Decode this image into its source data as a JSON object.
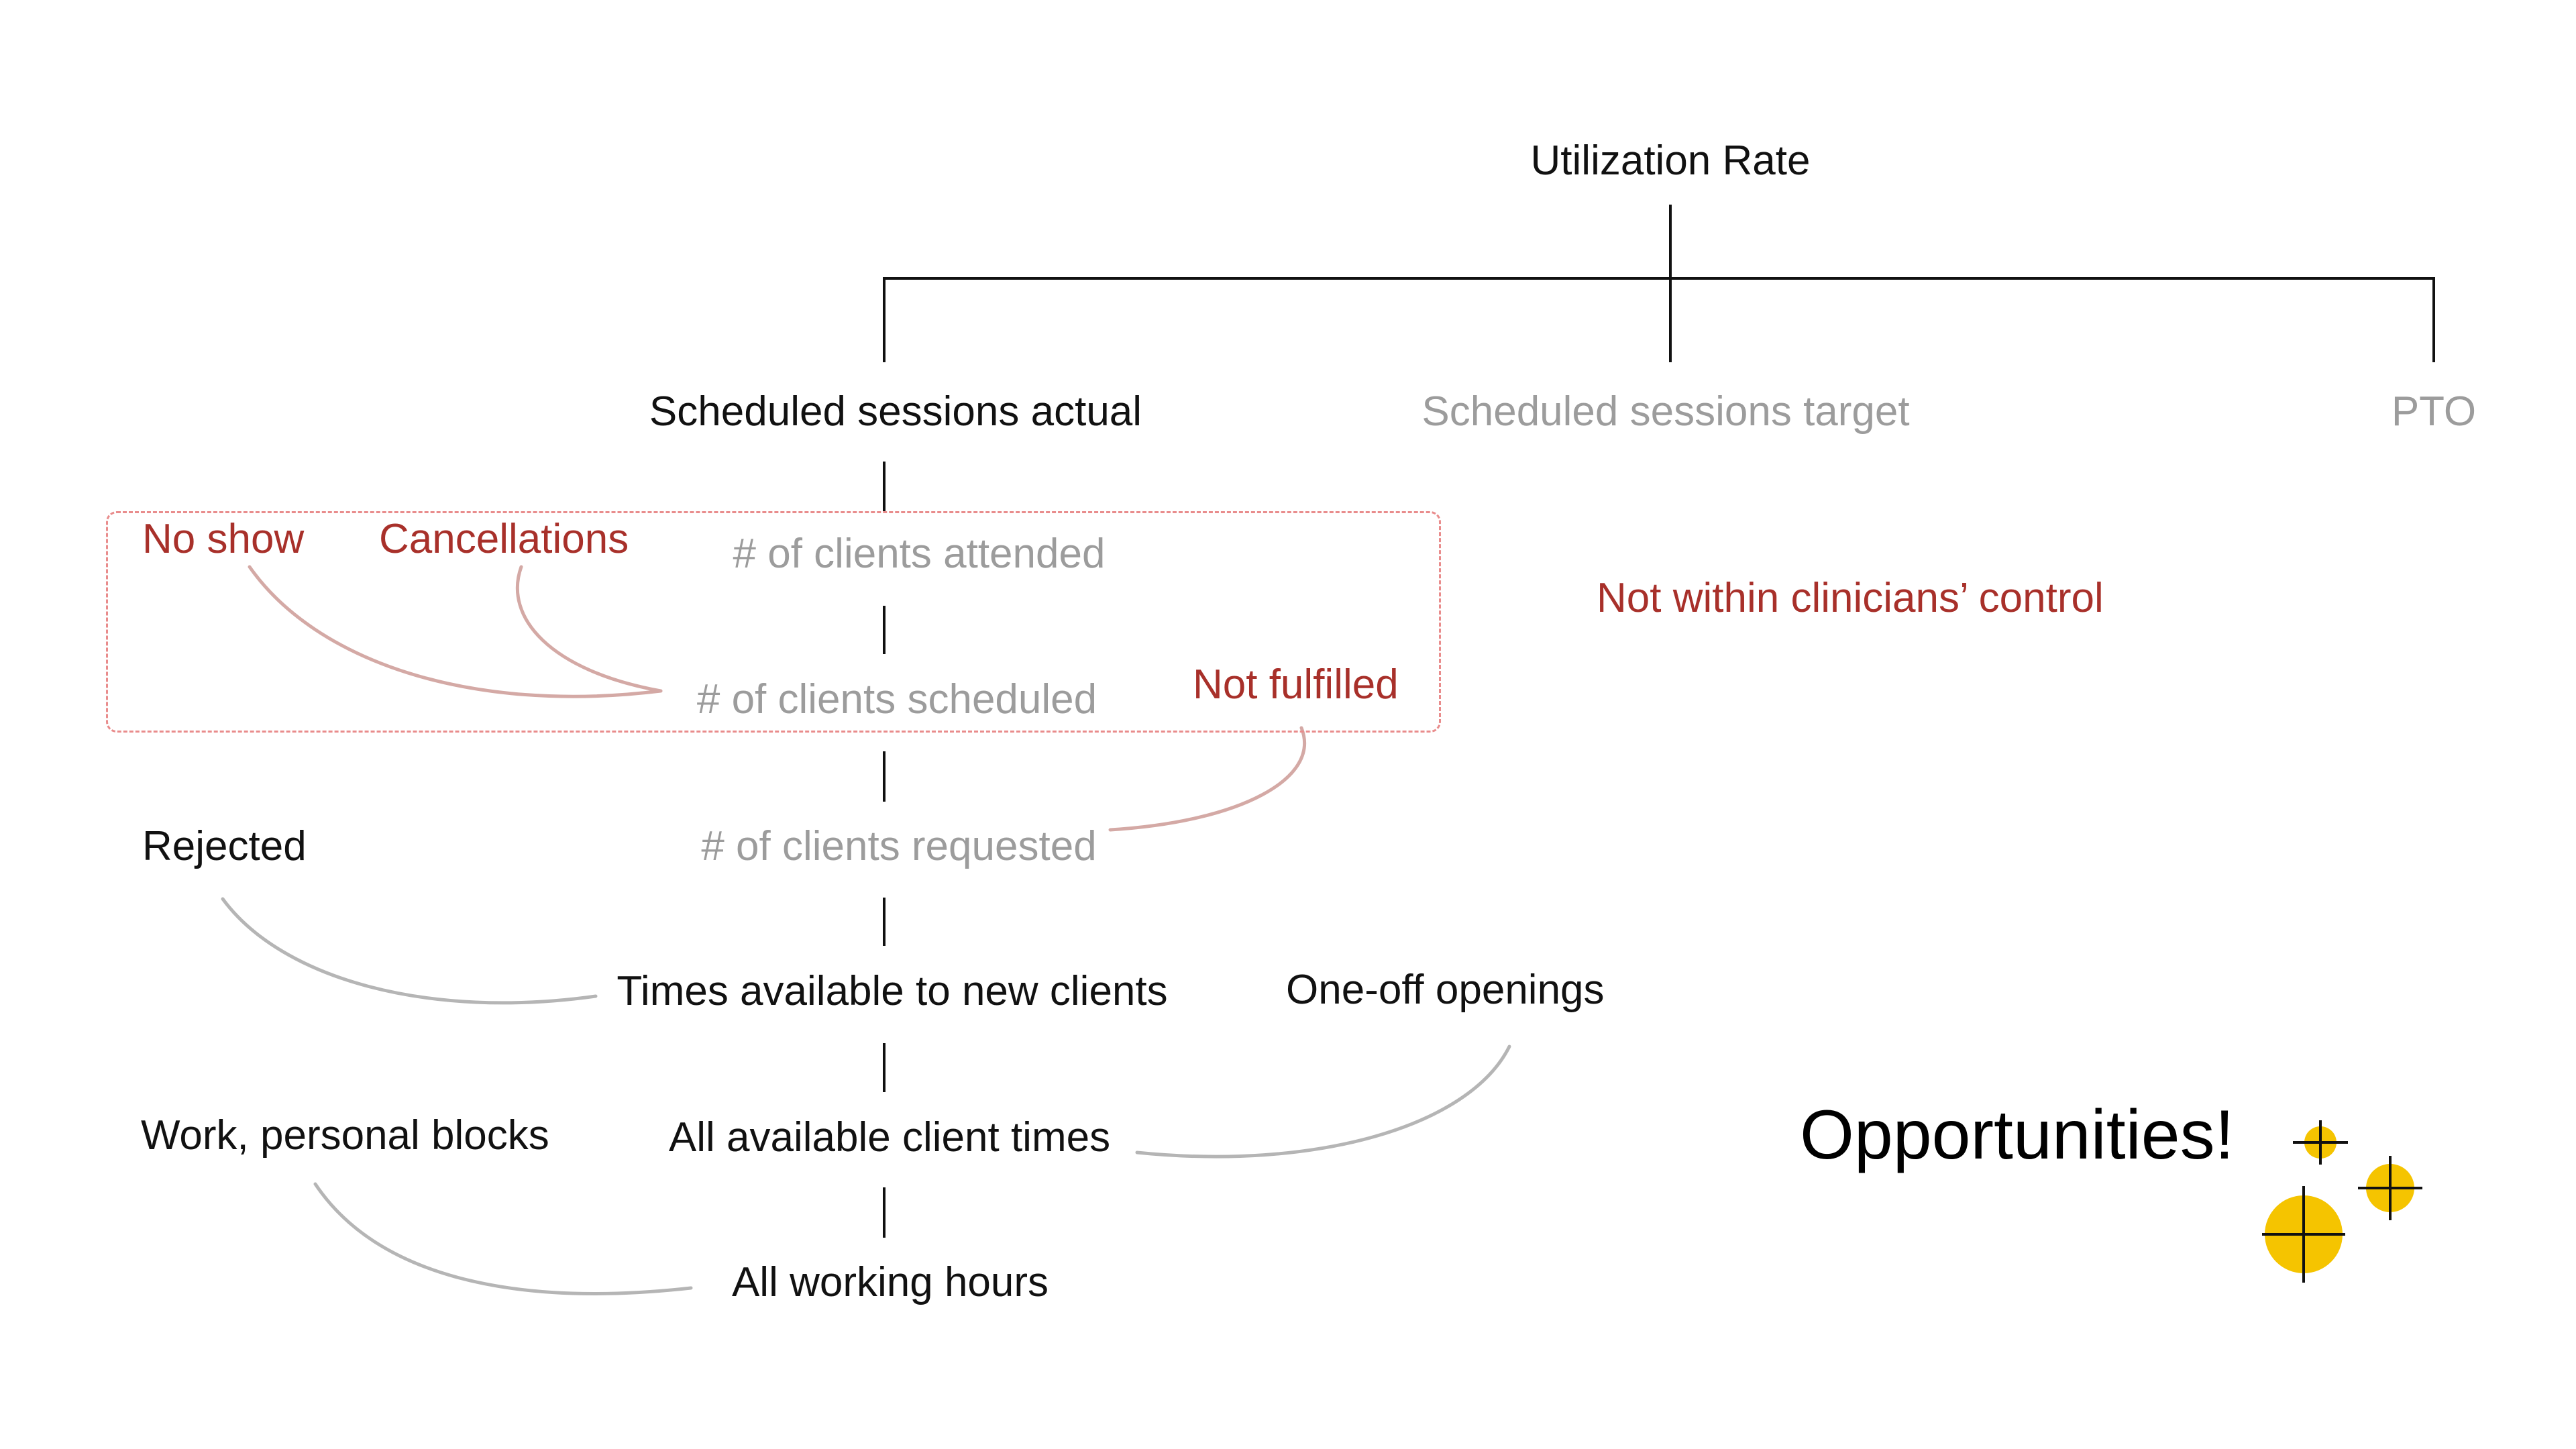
{
  "diagram": {
    "root": "Utilization Rate",
    "branches": {
      "actual": "Scheduled sessions actual",
      "target": "Scheduled sessions target",
      "pto": "PTO"
    },
    "chain": {
      "attended": "# of clients attended",
      "scheduled": "# of clients scheduled",
      "requested": "# of clients requested",
      "times_new": "Times available to new clients",
      "all_times": "All available client times",
      "working_hours": "All working hours"
    },
    "factors": {
      "no_show": "No show",
      "cancellations": "Cancellations",
      "not_fulfilled": "Not fulfilled",
      "rejected": "Rejected",
      "one_off": "One-off openings",
      "blocks": "Work, personal blocks"
    },
    "note": "Not within clinicians’ control",
    "opportunities": "Opportunities!"
  },
  "colors": {
    "text": "#111111",
    "muted_text": "#9c9c9c",
    "red_text": "#a8302a",
    "dashed_box": "#e98c8c",
    "red_connector": "#d4a9a5",
    "gray_connector": "#b5b5b5",
    "sparkle": "#f5c400"
  },
  "icons": [
    "sparkle-icon",
    "sparkle-icon",
    "sparkle-icon"
  ]
}
